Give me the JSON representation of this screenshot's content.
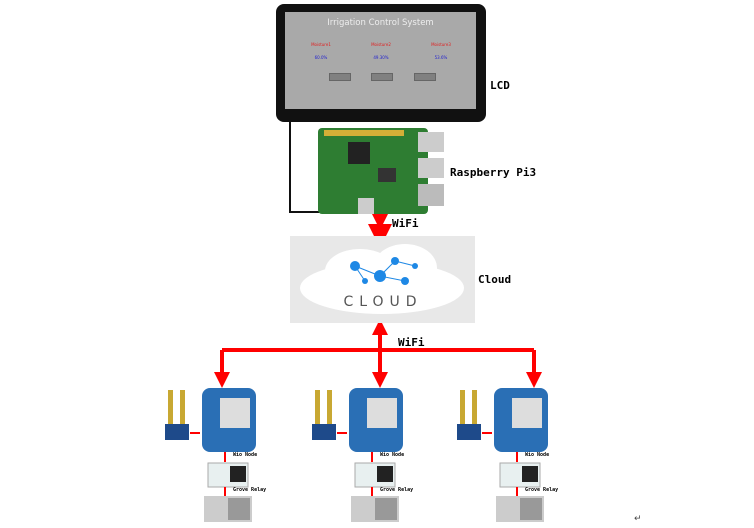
{
  "lcd": {
    "label": "LCD",
    "title": "Irrigation Control System",
    "sensors": [
      {
        "name": "Moisture1",
        "value": "60.0%"
      },
      {
        "name": "Moisture2",
        "value": "49.30%"
      },
      {
        "name": "Moisture3",
        "value": "53.6%"
      }
    ]
  },
  "pi": {
    "label": "Raspberry Pi3"
  },
  "links": {
    "wifi_top": "WiFi",
    "wifi_bottom": "WiFi"
  },
  "cloud": {
    "label": "Cloud",
    "logo_text": "CLOUD"
  },
  "nodes": [
    {
      "board": "Wio Node",
      "relay": "Grove Relay"
    },
    {
      "board": "Wio Node",
      "relay": "Grove Relay"
    },
    {
      "board": "Wio Node",
      "relay": "Grove Relay"
    }
  ],
  "colors": {
    "arrow": "#ff0000",
    "screen": "#a9a9a9",
    "pcb": "#2e7d32",
    "board": "#2a6fb5"
  },
  "mark": "↵"
}
